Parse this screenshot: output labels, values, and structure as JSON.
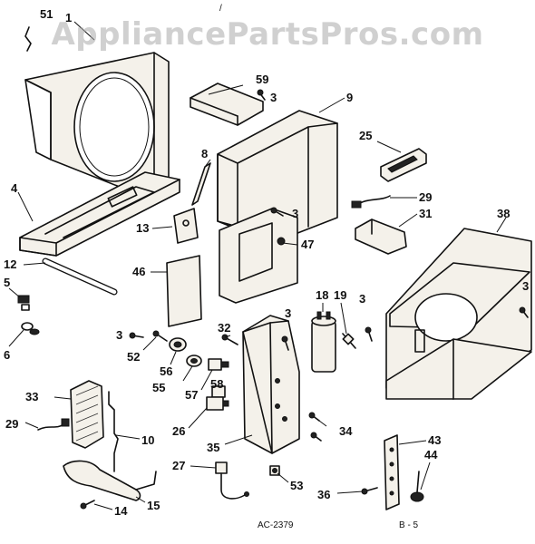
{
  "watermark": "AppliancePartsPros.com",
  "drawing_code": "AC-2379",
  "page_ref": "B - 5",
  "top_mark": "/",
  "callouts": {
    "c51": "51",
    "c1": "1",
    "c59": "59",
    "c3a": "3",
    "c9": "9",
    "c8": "8",
    "c25": "25",
    "c4": "4",
    "c29a": "29",
    "c3b": "3",
    "c31": "31",
    "c13": "13",
    "c47": "47",
    "c38": "38",
    "c12": "12",
    "c46": "46",
    "c5": "5",
    "c18": "18",
    "c19": "19",
    "c3c": "3",
    "c3d": "3",
    "c3e": "3",
    "c6": "6",
    "c3f": "3",
    "c32": "32",
    "c52": "52",
    "c56": "56",
    "c55": "55",
    "c57": "57",
    "c58": "58",
    "c33": "33",
    "c26": "26",
    "c34": "34",
    "c29b": "29",
    "c10": "10",
    "c35": "35",
    "c43": "43",
    "c44": "44",
    "c27": "27",
    "c53": "53",
    "c36": "36",
    "c15": "15",
    "c14": "14"
  }
}
